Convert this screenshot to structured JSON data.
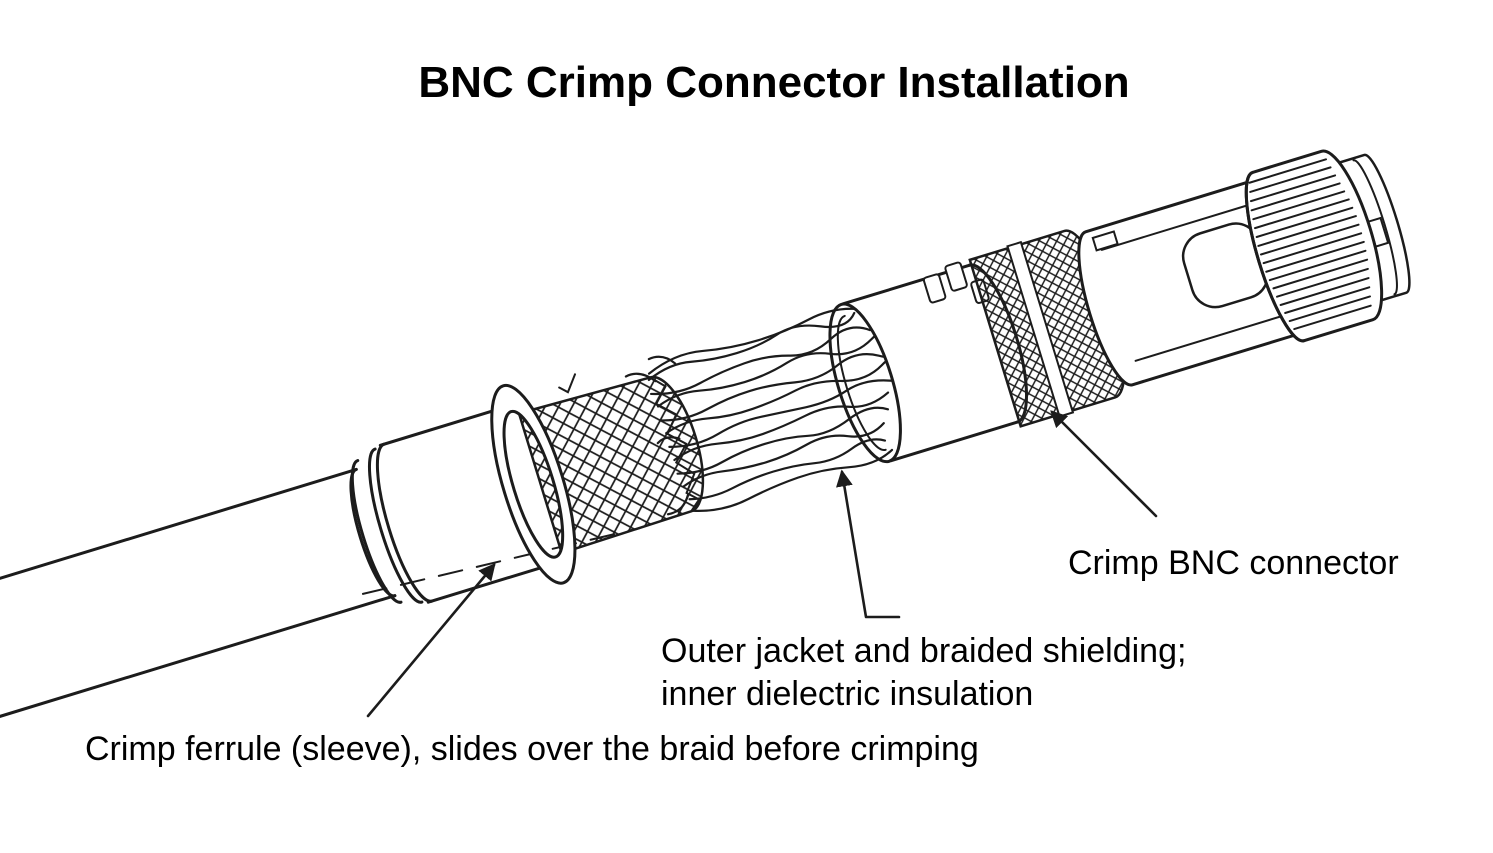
{
  "title": "BNC Crimp Connector Installation",
  "diagram": {
    "kind": "black-and-white technical line illustration",
    "subject": "Installing a crimp-style BNC connector on a coaxial cable",
    "colors": {
      "background": "#ffffff",
      "line": "#1c1c1c",
      "text": "#000000"
    },
    "callouts": {
      "crimp_bnc_connector": "Crimp BNC connector",
      "outer_jacket_line1": "Outer jacket and braided shielding;",
      "outer_jacket_line2": "inner dielectric insulation",
      "crimp_ferrule": "Crimp ferrule (sleeve), slides over the braid before crimping"
    },
    "parts": [
      "coaxial-cable-jacket",
      "crimp-ferrule-sleeve",
      "ferrule-ring",
      "braided-shielding",
      "combed-braid-strands",
      "connector-rear-barrel",
      "knurled-crimp-section",
      "connector-hex-body",
      "bayonet-coupling-nut"
    ]
  }
}
